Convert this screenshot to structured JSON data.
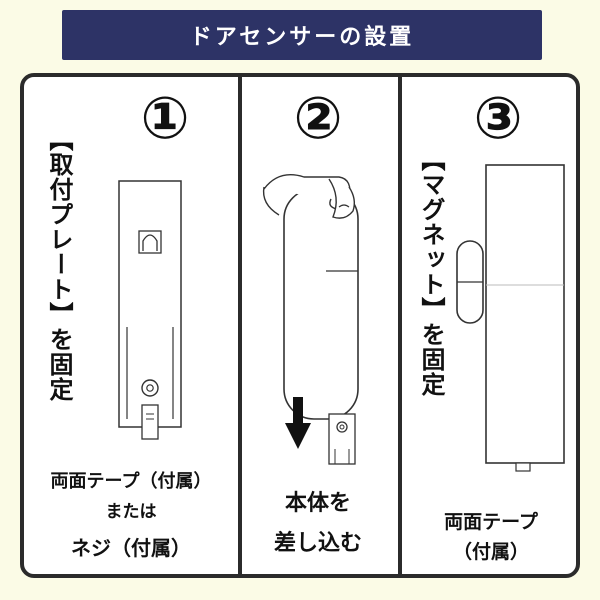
{
  "title": "ドアセンサーの設置",
  "steps": [
    {
      "number": "①",
      "vertical_label": "【取付プレート】を固定",
      "caption_line1": "両面テープ（付属）",
      "caption_line2": "または",
      "caption_line3": "ネジ（付属）"
    },
    {
      "number": "②",
      "caption_line1": "本体を",
      "caption_line2": "差し込む"
    },
    {
      "number": "③",
      "vertical_label": "【マグネット】を固定",
      "caption_line1": "両面テープ",
      "caption_line2": "（付属）"
    }
  ]
}
